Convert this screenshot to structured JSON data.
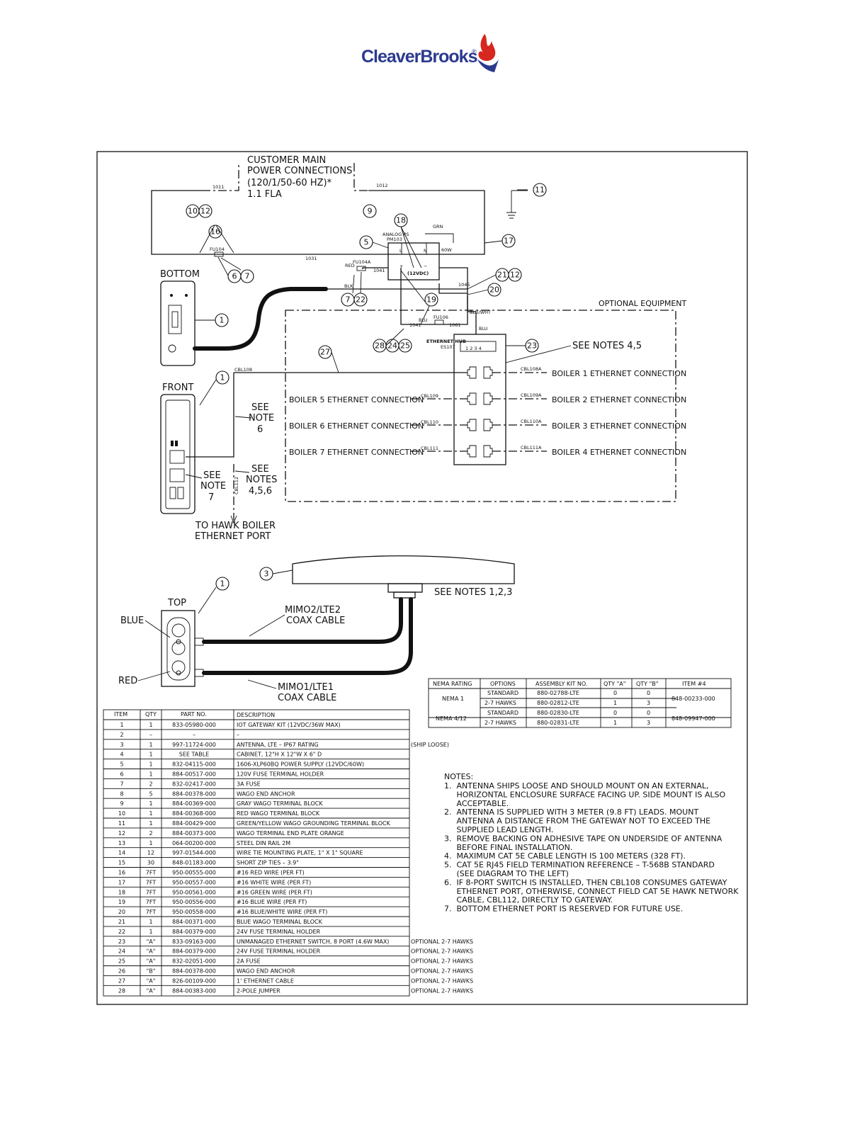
{
  "brand": {
    "name": "CleaverBrooks",
    "trademark": "®",
    "text_color": "#2b3a8f",
    "flame_color": "#d6281f",
    "hand_color": "#2b3a8f"
  },
  "labels": {
    "customer_power": [
      "CUSTOMER MAIN",
      "POWER CONNECTIONS",
      "(120/1/50-60 HZ)*",
      "1.1 FLA"
    ],
    "bottom": "BOTTOM",
    "front": "FRONT",
    "top": "TOP",
    "blue": "BLUE",
    "red": "RED",
    "optional_equipment": "OPTIONAL EQUIPMENT",
    "see_notes_45": "SEE NOTES 4,5",
    "see_note_6": [
      "SEE",
      "NOTE",
      "6"
    ],
    "see_notes_456": [
      "SEE",
      "NOTES",
      "4,5,6"
    ],
    "see_note_7": [
      "SEE",
      "NOTE",
      "7"
    ],
    "to_hawk": [
      "TO HAWK BOILER",
      "ETHERNET PORT"
    ],
    "see_notes_123": "SEE NOTES 1,2,3",
    "mimo2": [
      "MIMO2/LTE2",
      "COAX CABLE"
    ],
    "mimo1": [
      "MIMO1/LTE1",
      "COAX CABLE"
    ],
    "ps_label": [
      "ANALOG PS",
      "PM103"
    ],
    "ps_12vdc": "(12VDC)",
    "ps_60w": "60W",
    "grn": "GRN",
    "ethernet_hub": [
      "ETHERNET HUB",
      "ES107"
    ],
    "red_w": "RED",
    "blk_w": "BLK",
    "blu_w": "BLU",
    "blu_wht": "BLU/WHT",
    "fu104": "FU104",
    "fu104a": "FU104A",
    "fu106": "FU106",
    "wire_1011": "1011",
    "wire_1012": "1012",
    "wire_1031": "1031",
    "wire_1041": "1041",
    "wire_1045": "1045",
    "wire_1061": "1061",
    "ps_L": "L",
    "ps_N": "N",
    "ps_plus": "+",
    "ps_minus": "−",
    "hub_ports": "1 2 3 4",
    "cbl108": "CBL108",
    "cbl112": "CBL112",
    "boiler_right": [
      "BOILER 1 ETHERNET CONNECTION",
      "BOILER 2 ETHERNET CONNECTION",
      "BOILER 3 ETHERNET CONNECTION",
      "BOILER 4 ETHERNET CONNECTION"
    ],
    "boiler_left": [
      "BOILER 5 ETHERNET CONNECTION",
      "BOILER 6 ETHERNET CONNECTION",
      "BOILER 7 ETHERNET CONNECTION"
    ],
    "cable_right": [
      "CBL108A",
      "CBL109A",
      "CBL110A",
      "CBL111A"
    ],
    "cable_left": [
      "CBL109",
      "CBL110",
      "CBL111"
    ]
  },
  "balloons": [
    "11",
    "10",
    "12",
    "9",
    "18",
    "16",
    "5",
    "17",
    "6",
    "7",
    "21",
    "12",
    "20",
    "7",
    "22",
    "19",
    "1",
    "28",
    "24",
    "25",
    "23",
    "27",
    "1",
    "3",
    "1"
  ],
  "nema": {
    "headers": [
      "NEMA RATING",
      "OPTIONS",
      "ASSEMBLY KIT NO.",
      "QTY \"A\"",
      "QTY \"B\"",
      "ITEM #4"
    ],
    "groups": [
      {
        "rating": "NEMA 1",
        "item4": "848-00233-000",
        "rows": [
          [
            "STANDARD",
            "880-02788-LTE",
            "0",
            "0"
          ],
          [
            "2-7 HAWKS",
            "880-02812-LTE",
            "1",
            "3"
          ]
        ]
      },
      {
        "rating": "NEMA 4/12",
        "item4": "848-09947-000",
        "rows": [
          [
            "STANDARD",
            "880-02830-LTE",
            "0",
            "0"
          ],
          [
            "2-7 HAWKS",
            "880-02831-LTE",
            "1",
            "3"
          ]
        ]
      }
    ]
  },
  "bom": {
    "headers": [
      "ITEM",
      "QTY",
      "PART NO.",
      "DESCRIPTION"
    ],
    "rows": [
      [
        "1",
        "1",
        "833-05980-000",
        "IOT GATEWAY KIT (12VDC/36W MAX)",
        ""
      ],
      [
        "2",
        "–",
        "–",
        "–",
        ""
      ],
      [
        "3",
        "1",
        "997-11724-000",
        "ANTENNA, LTE – IP67 RATING",
        "(SHIP LOOSE)"
      ],
      [
        "4",
        "1",
        "SEE TABLE",
        "CABINET, 12\"H X 12\"W X 6\" D",
        ""
      ],
      [
        "5",
        "1",
        "832-04115-000",
        "1606-XLP60BQ POWER SUPPLY (12VDC/60W)",
        ""
      ],
      [
        "6",
        "1",
        "884-00517-000",
        "120V FUSE TERMINAL HOLDER",
        ""
      ],
      [
        "7",
        "2",
        "832-02417-000",
        "3A FUSE",
        ""
      ],
      [
        "8",
        "5",
        "884-00378-000",
        "WAGO END ANCHOR",
        ""
      ],
      [
        "9",
        "1",
        "884-00369-000",
        "GRAY WAGO TERMINAL BLOCK",
        ""
      ],
      [
        "10",
        "1",
        "884-00368-000",
        "RED WAGO TERMINAL BLOCK",
        ""
      ],
      [
        "11",
        "1",
        "884-00429-000",
        "GREEN/YELLOW WAGO GROUNDING TERMINAL BLOCK",
        ""
      ],
      [
        "12",
        "2",
        "884-00373-000",
        "WAGO TERMINAL END PLATE ORANGE",
        ""
      ],
      [
        "13",
        "1",
        "064-00200-000",
        "STEEL DIN RAIL 2M",
        ""
      ],
      [
        "14",
        "12",
        "997-01544-000",
        "WIRE TIE MOUNTING PLATE, 1\" X 1\" SQUARE",
        ""
      ],
      [
        "15",
        "30",
        "848-01183-000",
        "SHORT ZIP TIES – 3.9\"",
        ""
      ],
      [
        "16",
        "7FT",
        "950-00555-000",
        "#16 RED WIRE (PER FT)",
        ""
      ],
      [
        "17",
        "7FT",
        "950-00557-000",
        "#16 WHITE WIRE (PER FT)",
        ""
      ],
      [
        "18",
        "7FT",
        "950-00561-000",
        "#16 GREEN WIRE (PER FT)",
        ""
      ],
      [
        "19",
        "7FT",
        "950-00556-000",
        "#16 BLUE WIRE (PER FT)",
        ""
      ],
      [
        "20",
        "7FT",
        "950-00558-000",
        "#16 BLUE/WHITE WIRE (PER FT)",
        ""
      ],
      [
        "21",
        "1",
        "884-00371-000",
        "BLUE WAGO TERMINAL BLOCK",
        ""
      ],
      [
        "22",
        "1",
        "884-00379-000",
        "24V FUSE TERMINAL HOLDER",
        ""
      ],
      [
        "23",
        "\"A\"",
        "833-09163-000",
        "UNMANAGED ETHERNET SWITCH, 8 PORT (4.6W MAX)",
        "OPTIONAL 2-7 HAWKS"
      ],
      [
        "24",
        "\"A\"",
        "884-00379-000",
        "24V FUSE TERMINAL HOLDER",
        "OPTIONAL 2-7 HAWKS"
      ],
      [
        "25",
        "\"A\"",
        "832-02051-000",
        "2A FUSE",
        "OPTIONAL 2-7 HAWKS"
      ],
      [
        "26",
        "\"B\"",
        "884-00378-000",
        "WAGO END ANCHOR",
        "OPTIONAL 2-7 HAWKS"
      ],
      [
        "27",
        "\"A\"",
        "826-00109-000",
        "1' ETHERNET CABLE",
        "OPTIONAL 2-7 HAWKS"
      ],
      [
        "28",
        "\"A\"",
        "884-00383-000",
        "2-POLE JUMPER",
        "OPTIONAL 2-7 HAWKS"
      ]
    ]
  },
  "notes": {
    "title": "NOTES:",
    "lines": [
      "1.  ANTENNA SHIPS LOOSE AND SHOULD MOUNT ON AN EXTERNAL,",
      "     HORIZONTAL ENCLOSURE SURFACE FACING UP. SIDE MOUNT IS ALSO",
      "     ACCEPTABLE.",
      "2.  ANTENNA IS SUPPLIED WITH 3 METER (9.8 FT) LEADS. MOUNT",
      "     ANTENNA A DISTANCE FROM THE GATEWAY NOT TO EXCEED THE",
      "     SUPPLIED LEAD LENGTH.",
      "3.  REMOVE BACKING ON ADHESIVE TAPE ON UNDERSIDE OF ANTENNA",
      "     BEFORE FINAL INSTALLATION.",
      "4.  MAXIMUM CAT 5E CABLE LENGTH IS 100 METERS (328 FT).",
      "5.  CAT 5E RJ45 FIELD TERMINATION REFERENCE – T-568B STANDARD",
      "     (SEE DIAGRAM TO THE LEFT)",
      "6.  IF 8-PORT SWITCH IS INSTALLED, THEN CBL108 CONSUMES GATEWAY",
      "     ETHERNET PORT, OTHERWISE, CONNECT FIELD CAT 5E HAWK NETWORK",
      "     CABLE, CBL112, DIRECTLY TO GATEWAY.",
      "7.  BOTTOM ETHERNET PORT IS RESERVED FOR FUTURE USE."
    ]
  }
}
